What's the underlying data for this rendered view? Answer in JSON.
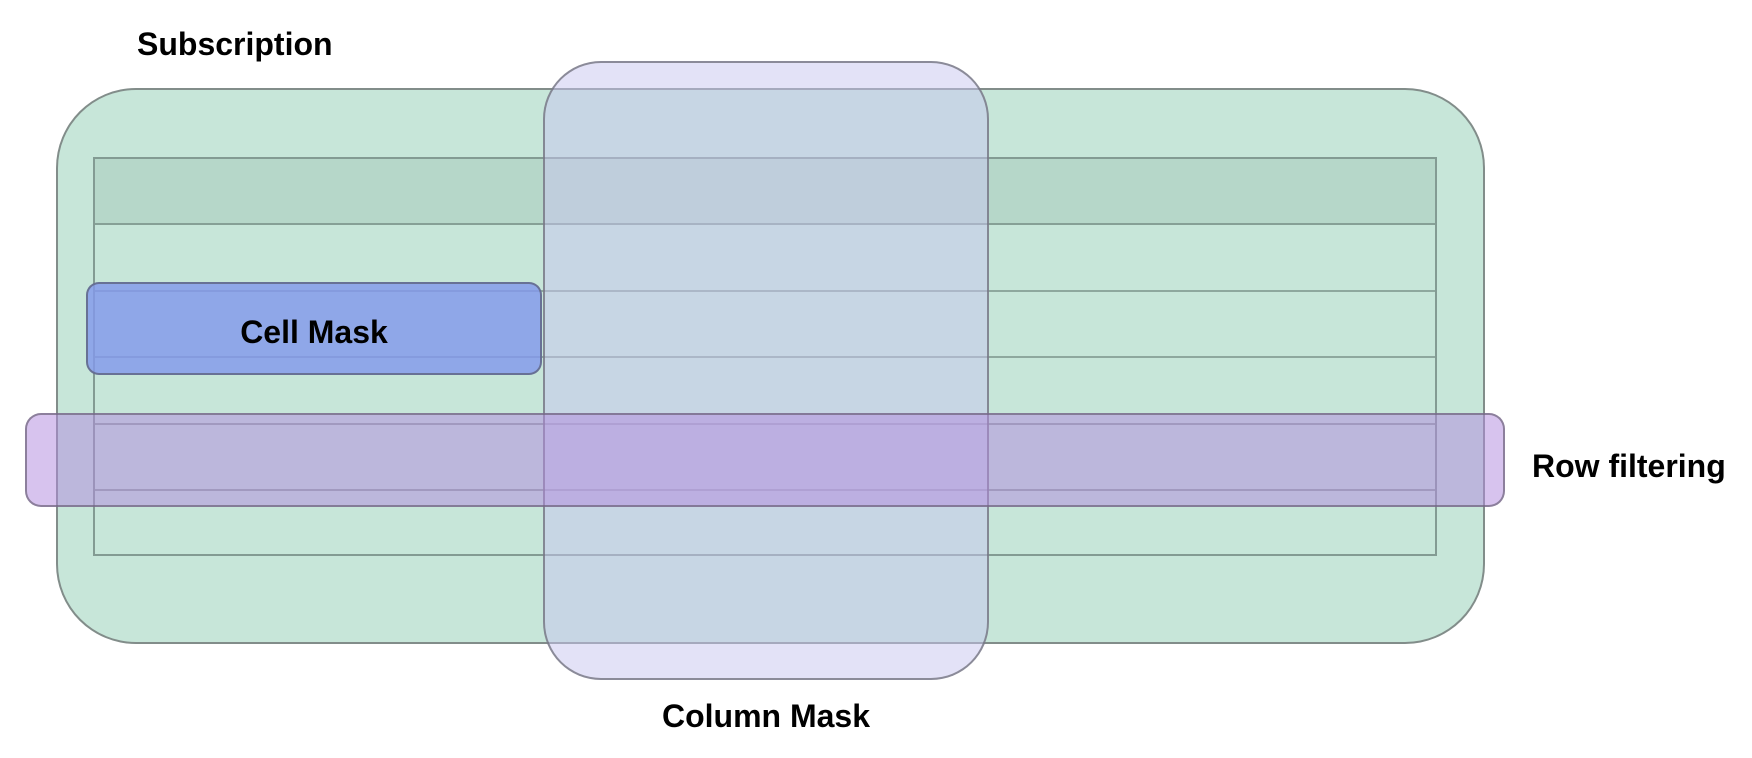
{
  "diagram": {
    "title_context": "Subscription data-filtering diagram",
    "labels": {
      "subscription": "Subscription",
      "cell_mask": "Cell Mask",
      "column_mask": "Column Mask",
      "row_filtering": "Row filtering"
    },
    "table": {
      "rows": 6,
      "header_row_index": 0,
      "has_column_dividers": false
    },
    "colors": {
      "subscription_fill": "#c7e6d9",
      "table_header_fill": "#b7d9cc",
      "column_mask_fill_over_white": "#e3e2f7",
      "column_mask_fill_over_green": "#c0d7e5",
      "row_filtering_fill_over_white": "#ddc5ee",
      "row_filtering_fill_over_green": "#b5b1d8",
      "cell_mask_fill": "#92abe8",
      "stroke": "#8c8c94",
      "label_text": "#000000",
      "background": "#ffffff"
    }
  }
}
